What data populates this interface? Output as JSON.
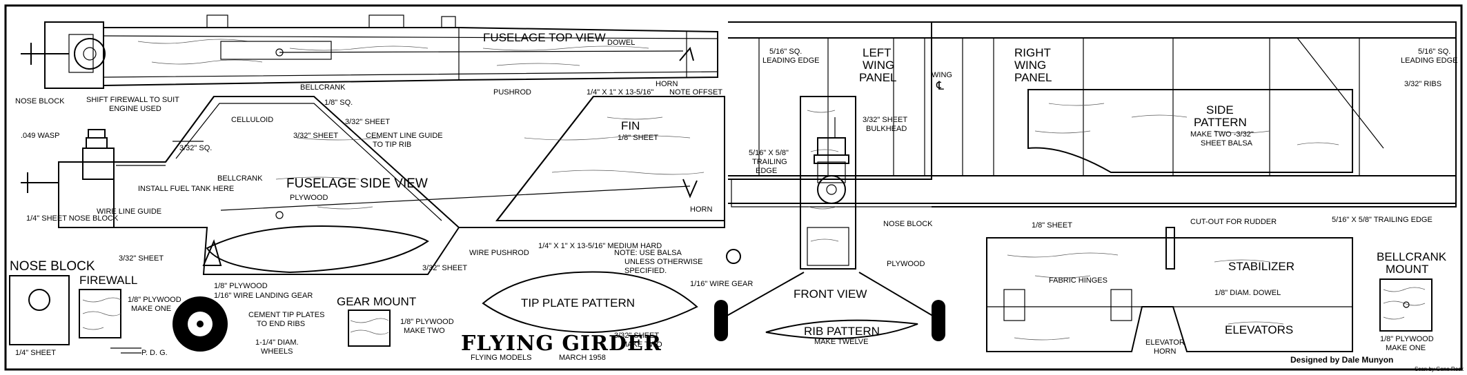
{
  "labels": {
    "fuselage_top_view": "FUSELAGE TOP VIEW",
    "dowel": "DOWEL",
    "nose_block": "NOSE BLOCK",
    "shift_firewall_1": "SHIFT FIREWALL TO SUIT",
    "shift_firewall_2": "ENGINE USED",
    "bellcrank_top": "BELLCRANK",
    "pushrod": "PUSHROD",
    "horn_note_offset": "HORN",
    "note_offset": "NOTE OFFSET",
    "pushrod_dim_top": "1/4\" X 1\" X 13-5/16\"",
    "sq_1_8": "1/8\" SQ.",
    "sheet_3_32_a": "3/32\" SHEET",
    "sheet_3_32_b": "3/32\" SHEET",
    "celluloid": "CELLULOID",
    "wasp": ".049 WASP",
    "sq_3_32": "3/32\" SQ.",
    "cement_line_1": "CEMENT LINE GUIDE",
    "cement_line_2": "TO TIP RIB",
    "fin": "FIN",
    "fin_sheet": "1/8\" SHEET",
    "bellcrank_side": "BELLCRANK",
    "fuselage_side_view": "FUSELAGE SIDE VIEW",
    "install_fuel_tank": "INSTALL FUEL TANK HERE",
    "plywood_side": "PLYWOOD",
    "wire_line_guide": "WIRE LINE GUIDE",
    "horn_side": "HORN",
    "quarter_sheet_nose": "1/4\" SHEET NOSE BLOCK",
    "sheet_3_32_c": "3/32\" SHEET",
    "sheet_3_32_d": "3/32\" SHEET",
    "wire_pushrod": "WIRE PUSHROD",
    "medium_hard": "1/4\" X 1\" X 13-5/16\" MEDIUM HARD",
    "note_balsa_1": "NOTE: USE BALSA",
    "note_balsa_2": "UNLESS OTHERWISE",
    "note_balsa_3": "SPECIFIED.",
    "ply_1_8": "1/8\" PLYWOOD",
    "wire_landing_gear": "1/16\" WIRE LANDING GEAR",
    "cement_tip_1": "CEMENT TIP PLATES",
    "cement_tip_2": "TO END RIBS",
    "wheels_1": "1-1/4\" DIAM.",
    "wheels_2": "WHEELS",
    "tip_plate_pattern": "TIP PLATE PATTERN",
    "tip_sheet_1": "3/32\" SHEET",
    "tip_sheet_2": "MAKE TWO",
    "flying_girder": "FLYING GIRDER",
    "flying_models": "FLYING MODELS",
    "march_1958": "MARCH 1958",
    "nose_block_title": "NOSE BLOCK",
    "firewall": "FIREWALL",
    "firewall_ply_1": "1/8\" PLYWOOD",
    "firewall_ply_2": "MAKE ONE",
    "gear_mount": "GEAR MOUNT",
    "gear_ply_1": "1/8\" PLYWOOD",
    "gear_ply_2": "MAKE TWO",
    "quarter_sheet": "1/4\" SHEET",
    "pdg": "P. D. G.",
    "left_wing_1": "LEFT",
    "left_wing_2": "WING",
    "left_wing_3": "PANEL",
    "wing_c": "WING",
    "wing_c_sym": "℄",
    "leading_edge_left_1": "5/16\" SQ.",
    "leading_edge_left_2": "LEADING EDGE",
    "trailing_edge_left_1": "5/16\" X 5/8\"",
    "trailing_edge_left_2": "TRAILING",
    "trailing_edge_left_3": "EDGE",
    "bulkhead_1": "3/32\" SHEET",
    "bulkhead_2": "BULKHEAD",
    "nose_block_front": "NOSE BLOCK",
    "plywood_front": "PLYWOOD",
    "wire_gear_front": "1/16\" WIRE GEAR",
    "front_view": "FRONT VIEW",
    "rib_pattern": "RIB PATTERN",
    "make_twelve": "MAKE TWELVE",
    "right_wing_1": "RIGHT",
    "right_wing_2": "WING",
    "right_wing_3": "PANEL",
    "side_pattern": "SIDE",
    "side_pattern_2": "PATTERN",
    "side_pattern_3": "MAKE TWO -3/32\"",
    "side_pattern_4": "SHEET BALSA",
    "leading_edge_right_1": "5/16\" SQ.",
    "leading_edge_right_2": "LEADING EDGE",
    "ribs": "3/32\" RIBS",
    "trailing_edge_right": "5/16\" X 5/8\" TRAILING EDGE",
    "stab_sheet": "1/8\" SHEET",
    "cut_out_rudder": "CUT-OUT FOR RUDDER",
    "fabric_hinges": "FABRIC HINGES",
    "stabilizer": "STABILIZER",
    "diam_dowel": "1/8\" DIAM. DOWEL",
    "elevators": "ELEVATORS",
    "elevator_horn_1": "ELEVATOR",
    "elevator_horn_2": "HORN",
    "bellcrank_mount_1": "BELLCRANK",
    "bellcrank_mount_2": "MOUNT",
    "bc_ply_1": "1/8\" PLYWOOD",
    "bc_ply_2": "MAKE ONE",
    "designed_by": "Designed by Dale Munyon",
    "scan_by": "Scan by Gene Rock"
  }
}
